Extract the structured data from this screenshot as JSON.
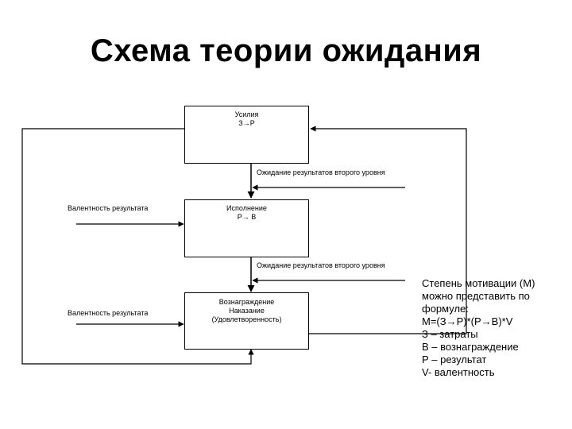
{
  "title": "Схема теории ожидания",
  "boxes": {
    "effort": {
      "line1": "Усилия",
      "line2": "З→Р"
    },
    "performance": {
      "line1": "Исполнение",
      "line2": "Р→ В"
    },
    "reward": {
      "line1": "Вознаграждение",
      "line2": "Наказание",
      "line3": "(Удовлетворенность)"
    }
  },
  "labels": {
    "expectation_top": "Ожидание результатов второго уровня",
    "expectation_bottom": "Ожидание результатов второго уровня",
    "valence_top": "Валентность результата",
    "valence_bottom": "Валентность результата"
  },
  "notes": [
    "Степень мотивации (М)",
    "можно представить по",
    "формуле:",
    "М=(З→Р)*(Р→В)*V",
    "З – затраты",
    "В – вознаграждение",
    "Р – результат",
    "V- валентность"
  ]
}
